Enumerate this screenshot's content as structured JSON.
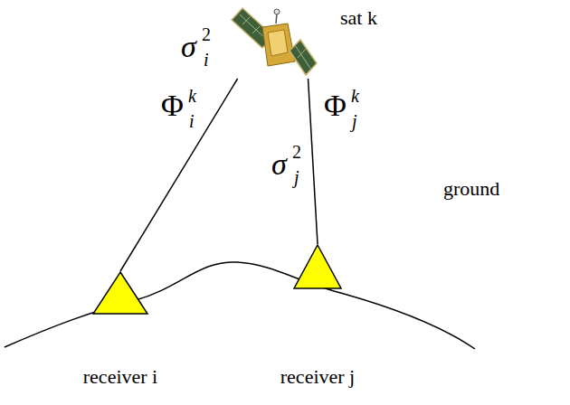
{
  "diagram": {
    "nodes": [
      {
        "text": [
          "sat k"
        ]
      },
      {
        "text": [
          "receiver i"
        ]
      },
      {
        "text": [
          "receiver j"
        ]
      }
    ],
    "edges": [
      {
        "from": 0,
        "to": 1,
        "arrow": "none"
      },
      {
        "from": 0,
        "to": 2,
        "arrow": "none"
      }
    ],
    "labels": [
      "Φ",
      "k",
      "i",
      "σ",
      "2",
      "i",
      "Φ",
      "k",
      "j",
      "σ",
      "2",
      "j",
      "ground"
    ]
  }
}
